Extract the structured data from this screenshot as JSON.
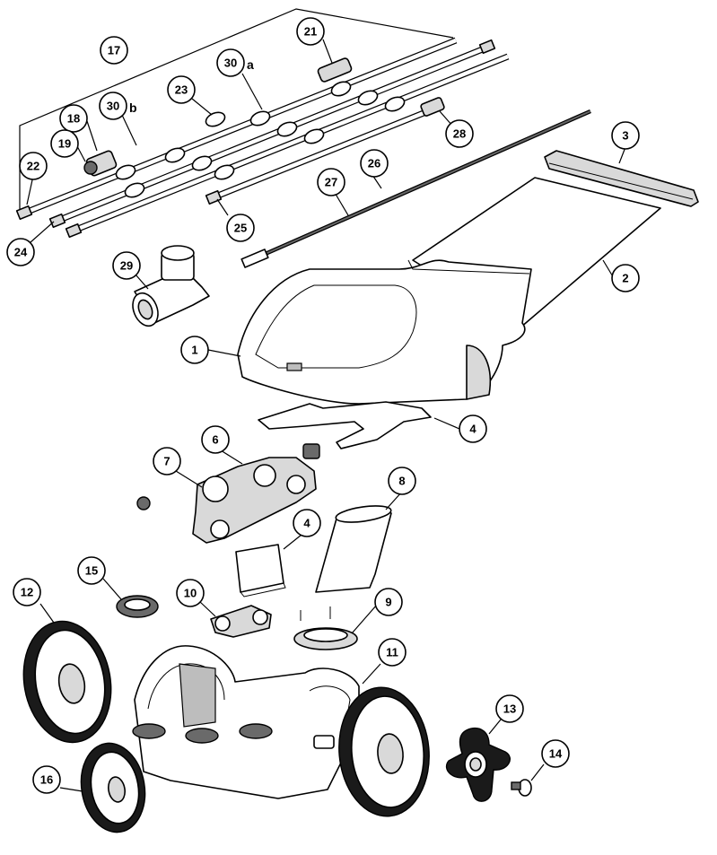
{
  "callouts": [
    {
      "id": "c1",
      "label": "1"
    },
    {
      "id": "c2",
      "label": "2"
    },
    {
      "id": "c3",
      "label": "3"
    },
    {
      "id": "c4a",
      "label": "4"
    },
    {
      "id": "c4b",
      "label": "4"
    },
    {
      "id": "c6",
      "label": "6"
    },
    {
      "id": "c7",
      "label": "7"
    },
    {
      "id": "c8",
      "label": "8"
    },
    {
      "id": "c9",
      "label": "9"
    },
    {
      "id": "c10",
      "label": "10"
    },
    {
      "id": "c11",
      "label": "11"
    },
    {
      "id": "c12",
      "label": "12"
    },
    {
      "id": "c13",
      "label": "13"
    },
    {
      "id": "c14",
      "label": "14"
    },
    {
      "id": "c15",
      "label": "15"
    },
    {
      "id": "c16",
      "label": "16"
    },
    {
      "id": "c17",
      "label": "17"
    },
    {
      "id": "c18",
      "label": "18"
    },
    {
      "id": "c19",
      "label": "19"
    },
    {
      "id": "c21",
      "label": "21"
    },
    {
      "id": "c22",
      "label": "22"
    },
    {
      "id": "c23",
      "label": "23"
    },
    {
      "id": "c24",
      "label": "24"
    },
    {
      "id": "c25",
      "label": "25"
    },
    {
      "id": "c26",
      "label": "26"
    },
    {
      "id": "c27",
      "label": "27"
    },
    {
      "id": "c28",
      "label": "28"
    },
    {
      "id": "c29",
      "label": "29"
    },
    {
      "id": "c30a",
      "label": "30",
      "suffix": "a"
    },
    {
      "id": "c30b",
      "label": "30",
      "suffix": "b"
    }
  ]
}
